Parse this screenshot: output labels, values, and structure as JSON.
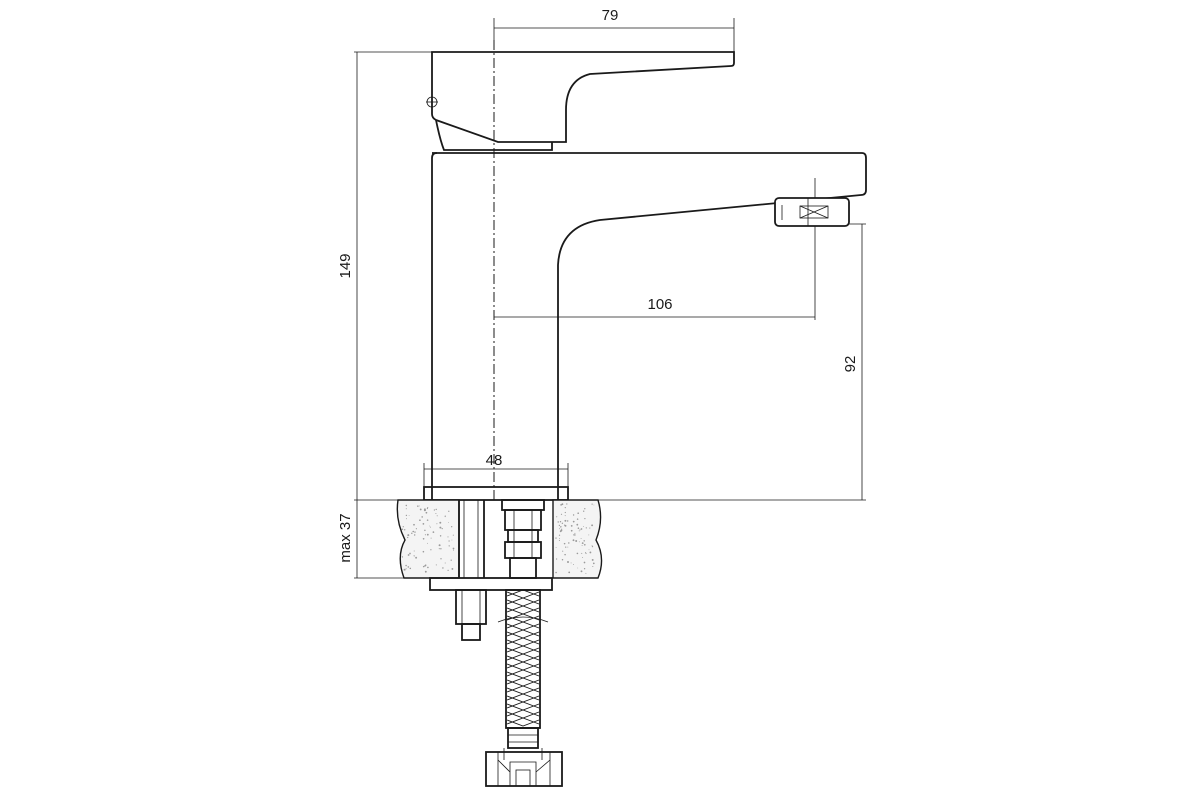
{
  "drawing": {
    "title": "",
    "dimensions": {
      "handle_reach": "79",
      "total_height": "149",
      "spout_reach": "106",
      "spout_height": "92",
      "base_diameter": "48",
      "max_counter_thickness": "max 37"
    }
  }
}
